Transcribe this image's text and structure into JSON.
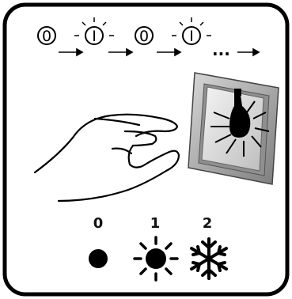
{
  "sequence": {
    "items": [
      {
        "symbol": "0",
        "lit": false
      },
      {
        "symbol": "I",
        "lit": true
      },
      {
        "symbol": "0",
        "lit": false
      },
      {
        "symbol": "I",
        "lit": true
      }
    ],
    "ellipsis": "..."
  },
  "modes": [
    {
      "label": "0",
      "icon": "dot-icon"
    },
    {
      "label": "1",
      "icon": "sun-icon"
    },
    {
      "label": "2",
      "icon": "snowflake-icon"
    }
  ]
}
